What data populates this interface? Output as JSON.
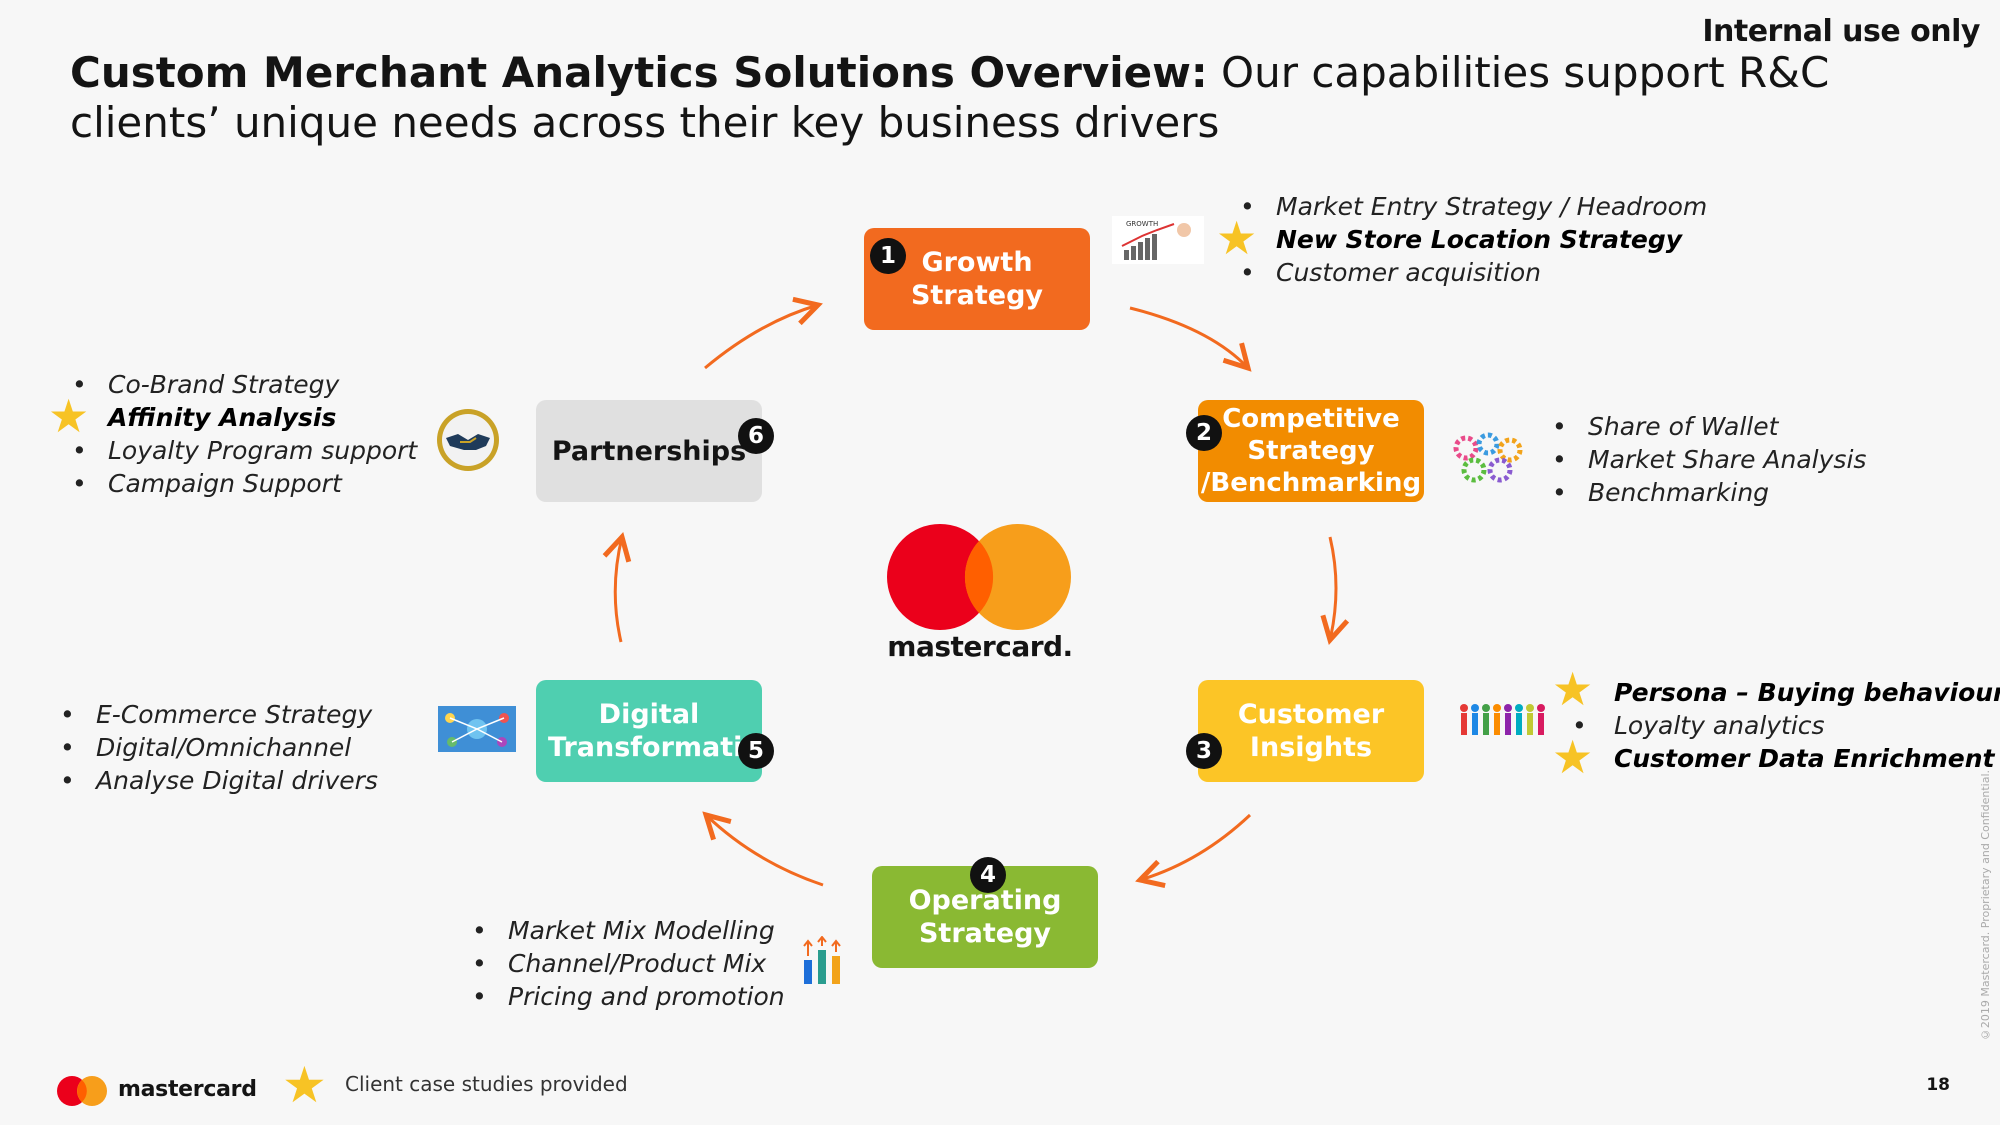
{
  "header": {
    "internal": "Internal use only",
    "title_bold": "Custom Merchant Analytics Solutions Overview:",
    "title_rest": " Our capabilities support R&C clients’ unique needs across their key business drivers"
  },
  "center_logo": {
    "wordmark": "mastercard."
  },
  "steps": [
    {
      "num": "1",
      "line1": "Growth",
      "line2": "Strategy",
      "line3": "",
      "color": "#f26a1f"
    },
    {
      "num": "2",
      "line1": "Competitive",
      "line2": "Strategy",
      "line3": "/Benchmarking",
      "color": "#f28c00"
    },
    {
      "num": "3",
      "line1": "Customer",
      "line2": "Insights",
      "line3": "",
      "color": "#fcc526"
    },
    {
      "num": "4",
      "line1": "Operating",
      "line2": "Strategy",
      "line3": "",
      "color": "#8ab933"
    },
    {
      "num": "5",
      "line1": "Digital",
      "line2": "Transformation",
      "line3": "",
      "color": "#4fcfb0"
    },
    {
      "num": "6",
      "line1": "Partnerships",
      "line2": "",
      "line3": "",
      "color": "#e0e0e0"
    }
  ],
  "lists": {
    "growth": [
      "Market Entry Strategy / Headroom",
      "New Store Location Strategy",
      "Customer acquisition"
    ],
    "competitive": [
      "Share of Wallet",
      "Market Share Analysis",
      "Benchmarking"
    ],
    "customer": [
      "Persona – Buying behaviour",
      "Loyalty analytics",
      "Customer Data Enrichment"
    ],
    "operating": [
      "Market Mix Modelling",
      "Channel/Product Mix",
      "Pricing and promotion"
    ],
    "digital": [
      "E-Commerce Strategy",
      "Digital/Omnichannel",
      "Analyse Digital drivers"
    ],
    "partnerships": [
      "Co-Brand Strategy",
      "Affinity Analysis",
      "Loyalty Program support",
      "Campaign Support"
    ]
  },
  "icons": {
    "growth_chart_label": "GROWTH"
  },
  "footer": {
    "brand": "mastercard",
    "legend": "Client case studies provided",
    "page": "18",
    "copyright": "©2019 Mastercard. Proprietary and Confidential."
  },
  "colors": {
    "mc_red": "#eb001b",
    "mc_orange": "#f79e1b",
    "mc_overlap": "#ff5f00",
    "arrow": "#f26a1f",
    "star": "#f7c325"
  }
}
